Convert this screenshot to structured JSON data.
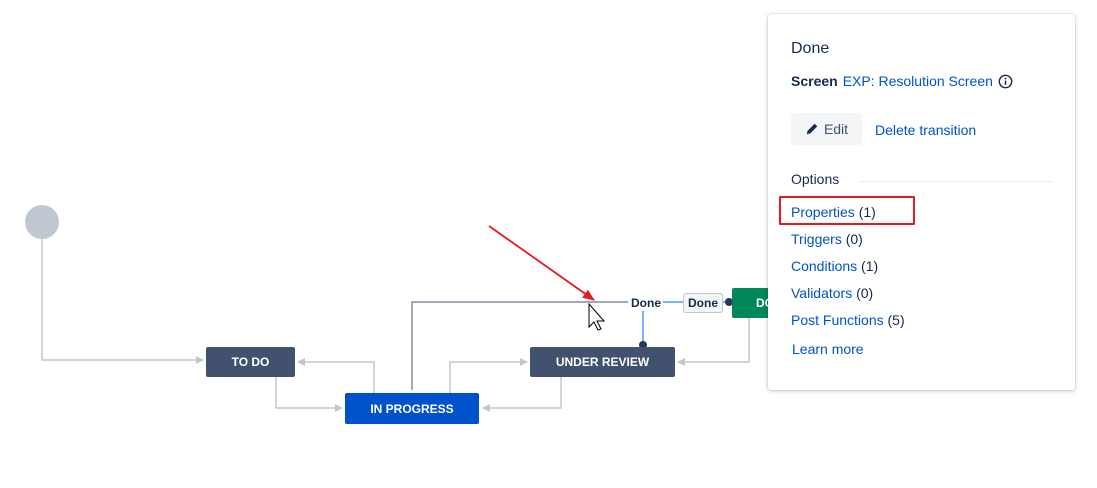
{
  "diagram": {
    "statuses": {
      "todo": "TO DO",
      "in_progress": "IN PROGRESS",
      "under_review": "UNDER REVIEW",
      "done_partial": "DO"
    },
    "transition_labels": {
      "plain": "Done",
      "boxed": "Done"
    },
    "colors": {
      "status_dark": "#42526e",
      "status_blue": "#0052cc",
      "status_green": "#00875a",
      "selected_transition": "#4c9aff",
      "annotation": "#e31b23"
    }
  },
  "panel": {
    "title": "Done",
    "screen_label": "Screen",
    "screen_value": "EXP: Resolution Screen",
    "edit_label": "Edit",
    "delete_label": "Delete transition",
    "options_heading": "Options",
    "options": [
      {
        "label": "Properties",
        "count": "(1)"
      },
      {
        "label": "Triggers",
        "count": "(0)"
      },
      {
        "label": "Conditions",
        "count": "(1)"
      },
      {
        "label": "Validators",
        "count": "(0)"
      },
      {
        "label": "Post Functions",
        "count": "(5)"
      }
    ],
    "learn_more": "Learn more"
  }
}
